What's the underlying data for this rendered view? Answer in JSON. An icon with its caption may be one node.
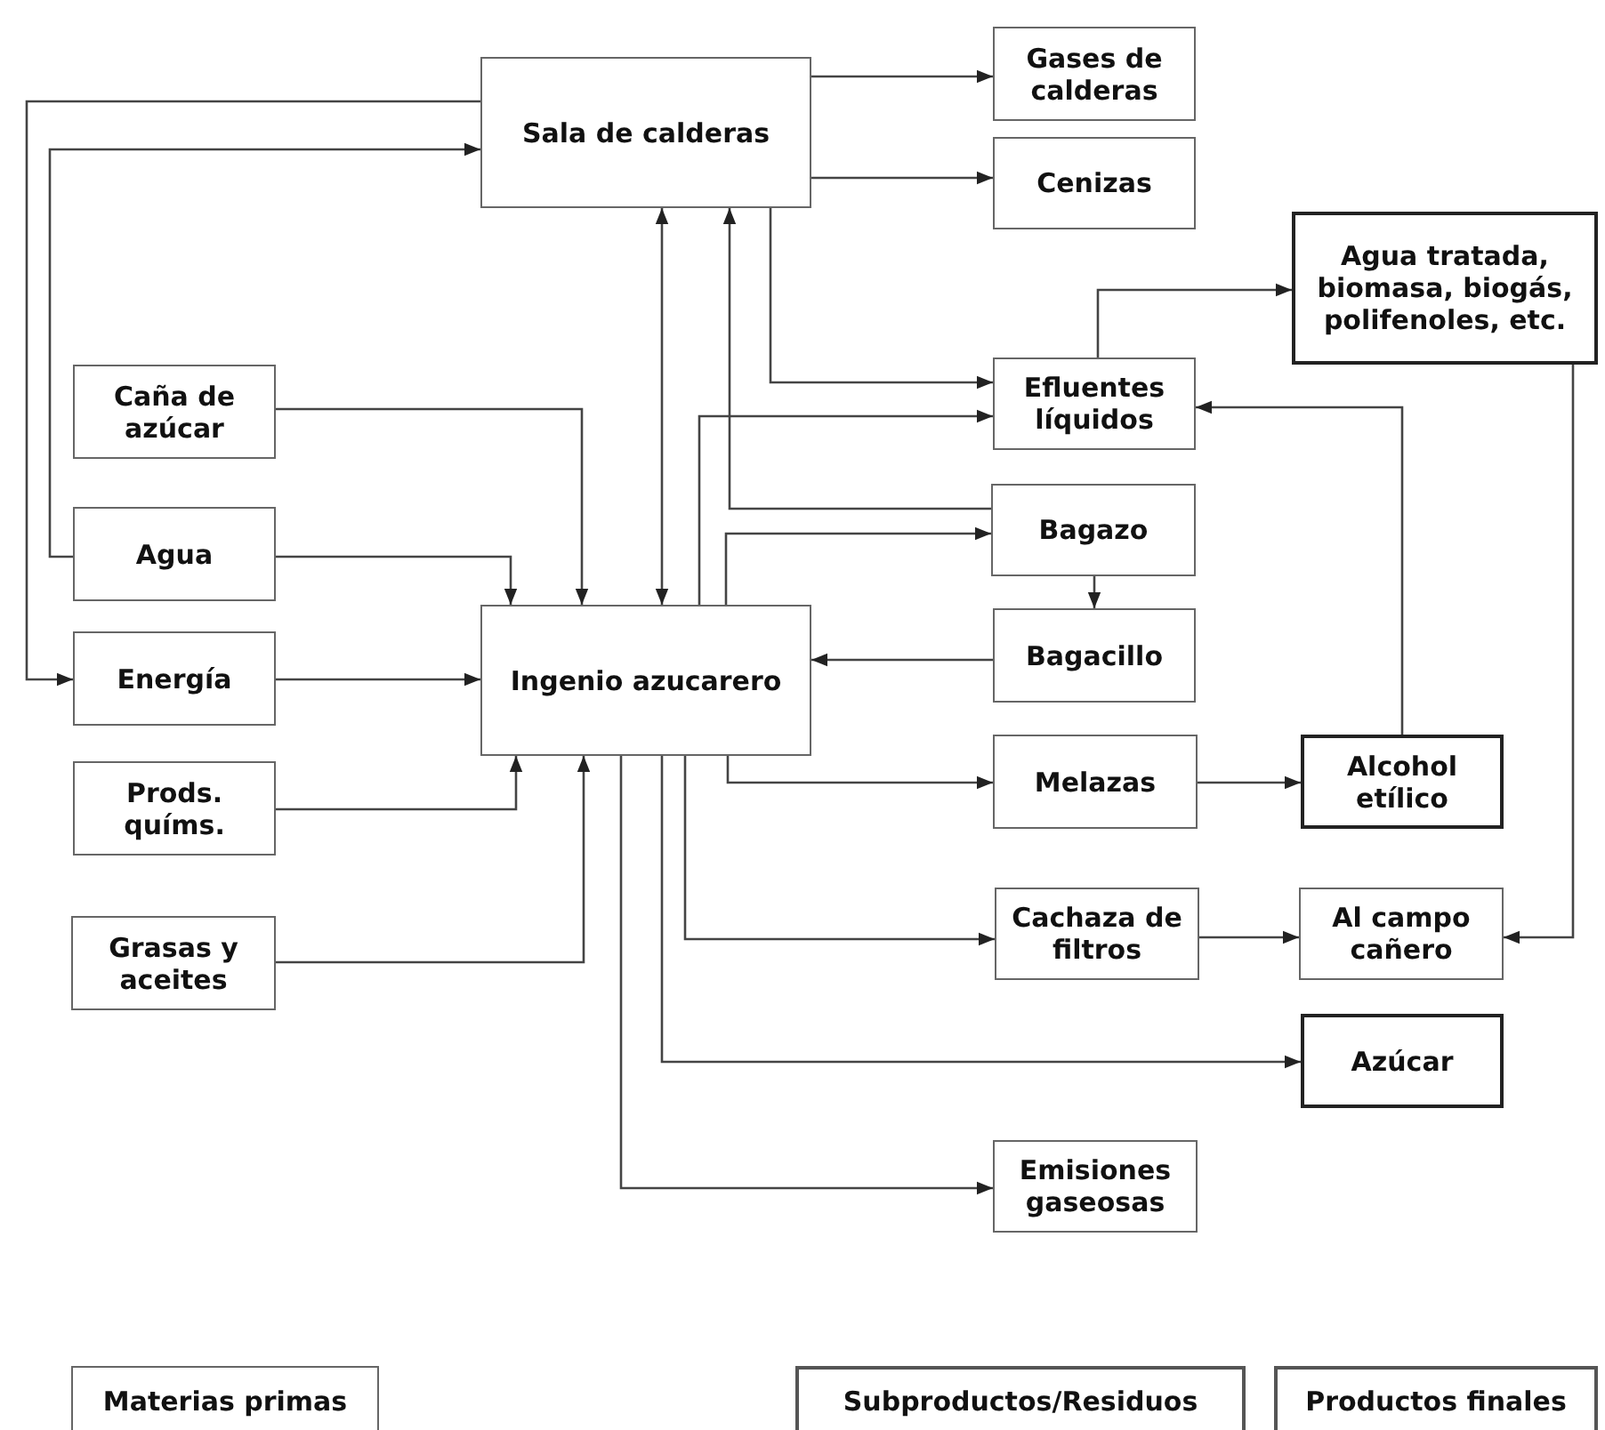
{
  "diagram": {
    "nodes": [
      {
        "text": [
          "Sala de calderas"
        ]
      },
      {
        "text": [
          "Gases de calderas"
        ]
      },
      {
        "text": [
          "Cenizas"
        ]
      },
      {
        "text": [
          "Agua tratada, biomasa, biogás, polifenoles, etc."
        ]
      },
      {
        "text": [
          "Caña de azúcar"
        ]
      },
      {
        "text": [
          "Agua"
        ]
      },
      {
        "text": [
          "Energía"
        ]
      },
      {
        "text": [
          "Ingenio azucarero"
        ]
      },
      {
        "text": [
          "Efluentes líquidos"
        ]
      },
      {
        "text": [
          "Bagazo"
        ]
      },
      {
        "text": [
          "Bagacillo"
        ]
      },
      {
        "text": [
          "Melazas"
        ]
      },
      {
        "text": [
          "Alcohol etílico"
        ]
      },
      {
        "text": [
          "Prods. químs."
        ]
      },
      {
        "text": [
          "Cachaza de filtros"
        ]
      },
      {
        "text": [
          "Al campo cañero"
        ]
      },
      {
        "text": [
          "Azúcar"
        ]
      },
      {
        "text": [
          "Grasas y aceites"
        ]
      },
      {
        "text": [
          "Emisiones gaseosas"
        ]
      }
    ],
    "edges": [
      {
        "from": 0,
        "to": 1,
        "arrow": "to"
      },
      {
        "from": 0,
        "to": 2,
        "arrow": "to"
      },
      {
        "from": 0,
        "to": 6,
        "arrow": "to"
      },
      {
        "from": 5,
        "to": 0,
        "arrow": "to"
      },
      {
        "from": 7,
        "to": 0,
        "arrow": "both"
      },
      {
        "from": 9,
        "to": 0,
        "arrow": "to"
      },
      {
        "from": 0,
        "to": 8,
        "arrow": "to"
      },
      {
        "from": 7,
        "to": 8,
        "arrow": "to"
      },
      {
        "from": 7,
        "to": 9,
        "arrow": "to"
      },
      {
        "from": 4,
        "to": 7,
        "arrow": "to"
      },
      {
        "from": 5,
        "to": 7,
        "arrow": "to"
      },
      {
        "from": 6,
        "to": 7,
        "arrow": "to"
      },
      {
        "from": 9,
        "to": 10,
        "arrow": "to"
      },
      {
        "from": 10,
        "to": 7,
        "arrow": "to"
      },
      {
        "from": 7,
        "to": 11,
        "arrow": "to"
      },
      {
        "from": 11,
        "to": 12,
        "arrow": "to"
      },
      {
        "from": 12,
        "to": 8,
        "arrow": "to"
      },
      {
        "from": 8,
        "to": 3,
        "arrow": "to"
      },
      {
        "from": 3,
        "to": 15,
        "arrow": "to"
      },
      {
        "from": 13,
        "to": 7,
        "arrow": "to"
      },
      {
        "from": 17,
        "to": 7,
        "arrow": "to"
      },
      {
        "from": 7,
        "to": 14,
        "arrow": "to"
      },
      {
        "from": 14,
        "to": 15,
        "arrow": "to"
      },
      {
        "from": 7,
        "to": 16,
        "arrow": "to"
      },
      {
        "from": 7,
        "to": 18,
        "arrow": "to"
      }
    ],
    "legend": [
      {
        "text": "Materias primas"
      },
      {
        "text": "Subproductos/Residuos"
      },
      {
        "text": "Productos finales"
      }
    ]
  }
}
